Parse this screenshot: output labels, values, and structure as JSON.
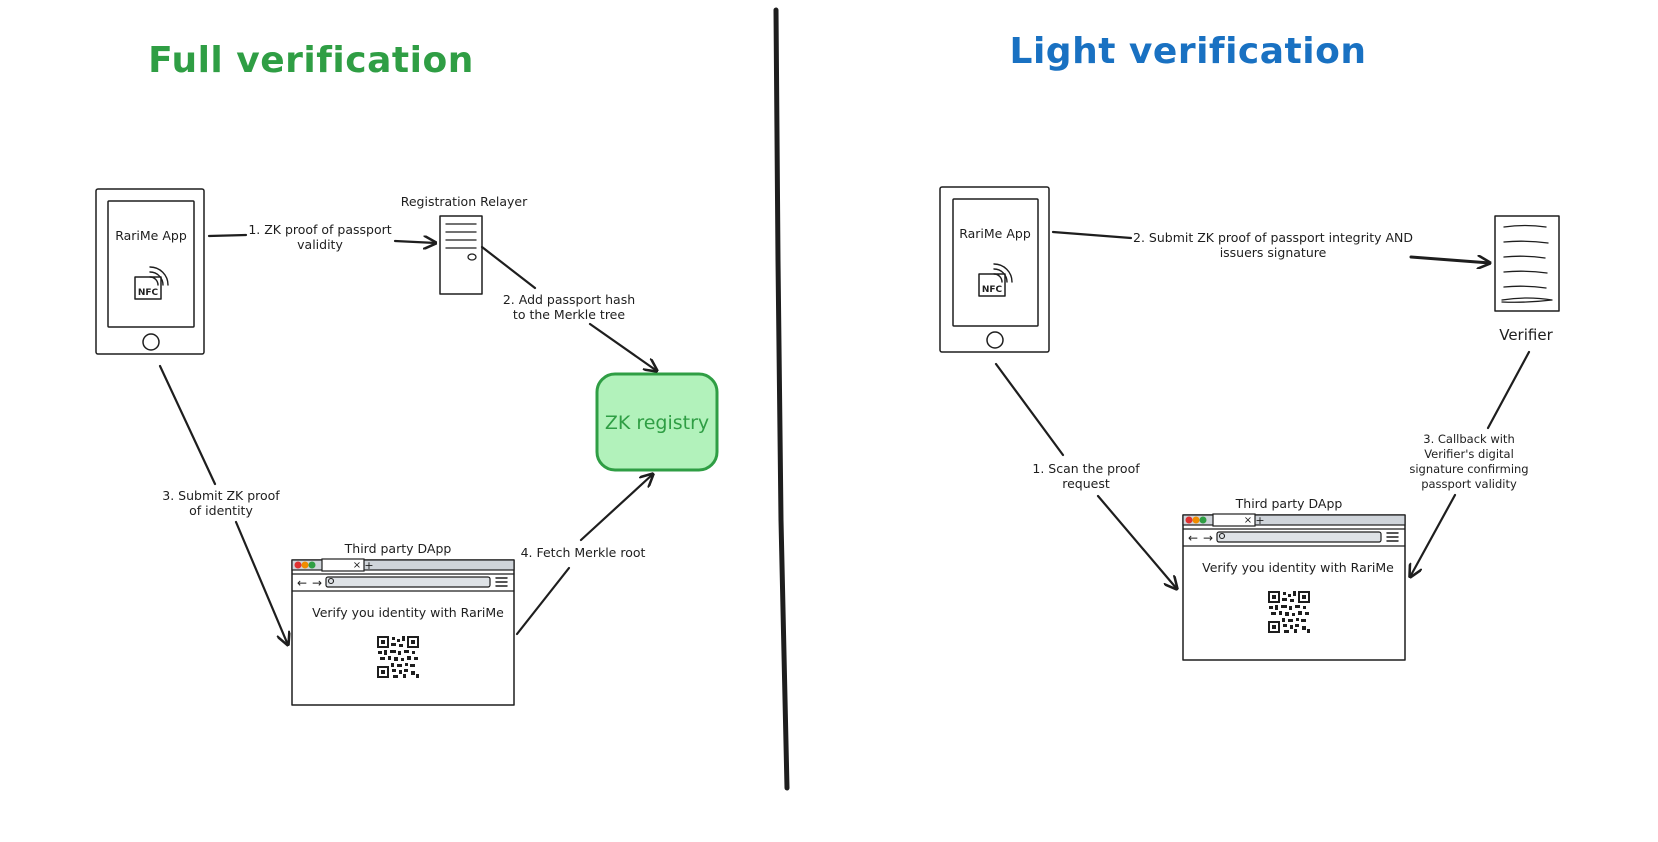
{
  "left": {
    "title": "Full verification",
    "title_color": "#2f9e44",
    "phone_label": "RariMe App",
    "nfc_label": "NFC",
    "relayer_label": "Registration Relayer",
    "registry_label": "ZK registry",
    "registry_fill": "#b2f2bb",
    "registry_stroke": "#2f9e44",
    "step1_line1": "1. ZK proof of passport",
    "step1_line2": "validity",
    "step2_line1": "2. Add passport hash",
    "step2_line2": "to the Merkle tree",
    "step3_line1": "3. Submit ZK proof",
    "step3_line2": "of identity",
    "step4": "4. Fetch Merkle root",
    "dapp_title": "Third party DApp",
    "dapp_text": "Verify you identity with RariMe"
  },
  "right": {
    "title": "Light verification",
    "title_color": "#1971c2",
    "phone_label": "RariMe App",
    "nfc_label": "NFC",
    "verifier_label": "Verifier",
    "step2_line1": "2. Submit ZK proof of passport integrity AND",
    "step2_line2": "issuers signature",
    "step1_line1": "1. Scan the proof",
    "step1_line2": "request",
    "step3_line1": "3. Callback with",
    "step3_line2": "Verifier's digital",
    "step3_line3": "signature confirming",
    "step3_line4": "passport validity",
    "dapp_title": "Third party DApp",
    "dapp_text": "Verify you identity with RariMe"
  },
  "icons": {
    "browser_close": "×",
    "browser_new_tab": "+",
    "browser_back": "←",
    "browser_forward": "→"
  }
}
